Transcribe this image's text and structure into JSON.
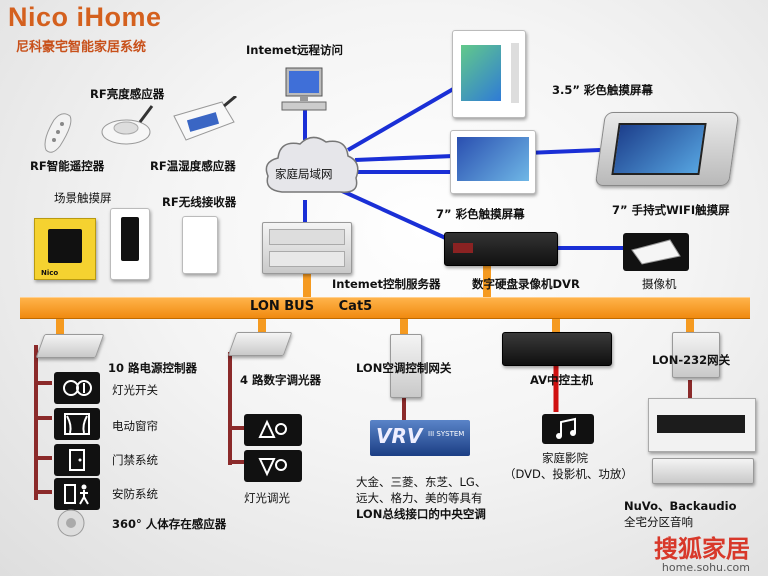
{
  "header": {
    "title": "Nico iHome",
    "subtitle": "尼科豪宅智能家居系统"
  },
  "labels": {
    "internet_access": "Intemet远程访问",
    "rf_light_sensor": "RF亮度感应器",
    "rf_remote": "RF智能遥控器",
    "rf_temp_humidity": "RF温湿度感应器",
    "scene_touch": "场景触摸屏",
    "rf_receiver": "RF无线接收器",
    "home_lan": "家庭局域网",
    "touch_35": "3.5” 彩色触摸屏幕",
    "touch_7": "7” 彩色触摸屏幕",
    "handheld_7": "7” 手持式WIFI触摸屏",
    "internet_server": "Intemet控制服务器",
    "dvr": "数字硬盘录像机DVR",
    "camera": "摄像机",
    "lon_bus": "LON BUS",
    "cat5": "Cat5",
    "power_ctrl": "10 路电源控制器",
    "light_switch": "灯光开关",
    "curtain": "电动窗帘",
    "access": "门禁系统",
    "security": "安防系统",
    "presence": "360° 人体存在感应器",
    "dimmer": "4 路数字调光器",
    "light_dim": "灯光调光",
    "ac_gateway": "LON空调控制网关",
    "ac_brands_1": "大金、三菱、东芝、LG、",
    "ac_brands_2": "远大、格力、美的等具有",
    "ac_brands_3": "LON总线接口的中央空调",
    "vrv_logo": "VRV",
    "vrv_sub": "III SYSTEM",
    "av_host": "AV中控主机",
    "home_theater_1": "家庭影院",
    "home_theater_2": "（DVD、投影机、功放）",
    "lon232": "LON-232网关",
    "audio_1": "NuVo、Backaudio",
    "audio_2": "全宅分区音响",
    "watermark_1": "搜狐家居",
    "watermark_2": "home.sohu.com",
    "scene_logo": "Nico"
  },
  "colors": {
    "bus": "#f59a20",
    "lines": "#1a2fd6",
    "accent": "#d4601e",
    "tree": "#8b2a2a"
  }
}
